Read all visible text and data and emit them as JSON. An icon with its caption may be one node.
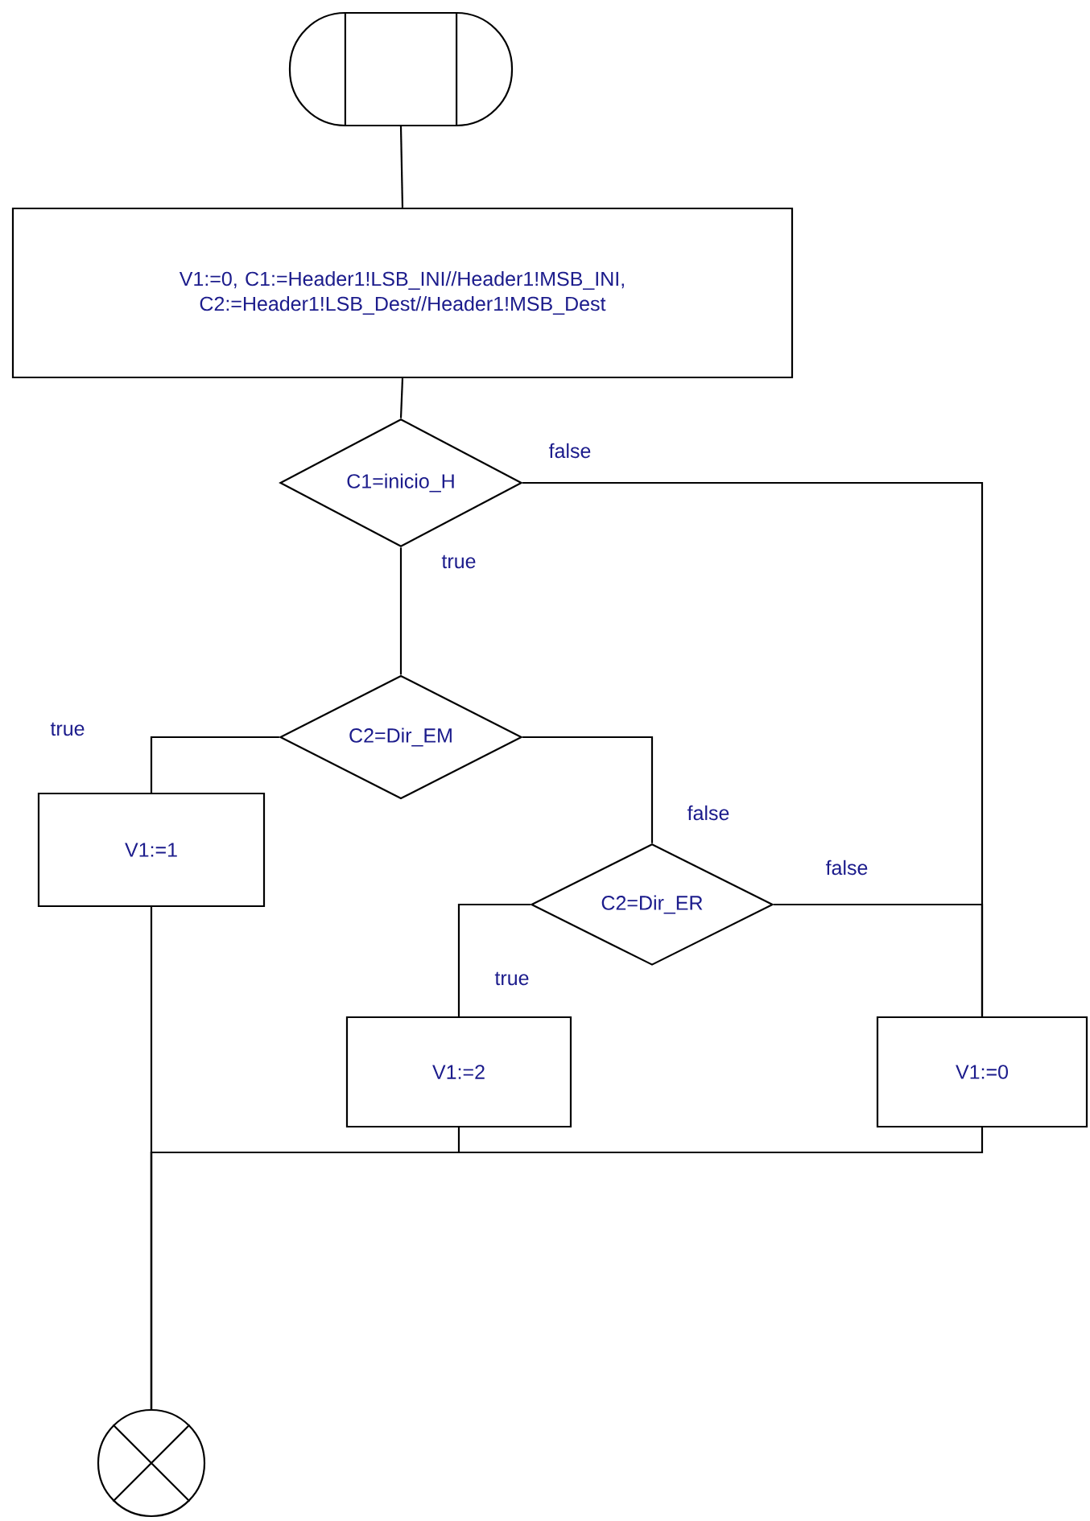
{
  "diagram": {
    "nodes": [
      {
        "text": [],
        "shape": "terminator"
      },
      {
        "text": [
          "V1:=0, C1:=Header1!LSB_INI//Header1!MSB_INI, C2:=Header1!LSB_Dest//Header1!MSB_Dest"
        ]
      },
      {
        "text": [
          "C1=inicio_H"
        ]
      },
      {
        "text": [
          "C2=Dir_EM"
        ]
      },
      {
        "text": [
          "V1:=1"
        ]
      },
      {
        "text": [
          "C2=Dir_ER"
        ]
      },
      {
        "text": [
          "V1:=2"
        ]
      },
      {
        "text": [
          "V1:=0"
        ]
      },
      {
        "text": [],
        "shape": "circle"
      }
    ],
    "edges": [
      {
        "from": 0,
        "to": 1,
        "arrow": "none"
      },
      {
        "from": 1,
        "to": 2,
        "arrow": "none"
      },
      {
        "from": 2,
        "to": 3,
        "arrow": "none",
        "label": "true"
      },
      {
        "from": 2,
        "to": 7,
        "arrow": "none",
        "label": "false"
      },
      {
        "from": 3,
        "to": 4,
        "arrow": "none",
        "label": "true"
      },
      {
        "from": 3,
        "to": 5,
        "arrow": "none",
        "label": "false"
      },
      {
        "from": 5,
        "to": 6,
        "arrow": "none",
        "label": "true"
      },
      {
        "from": 5,
        "to": 7,
        "arrow": "none",
        "label": "false"
      },
      {
        "from": 4,
        "to": 8,
        "arrow": "none"
      },
      {
        "from": 6,
        "to": 8,
        "arrow": "none"
      },
      {
        "from": 7,
        "to": 8,
        "arrow": "none"
      }
    ]
  }
}
